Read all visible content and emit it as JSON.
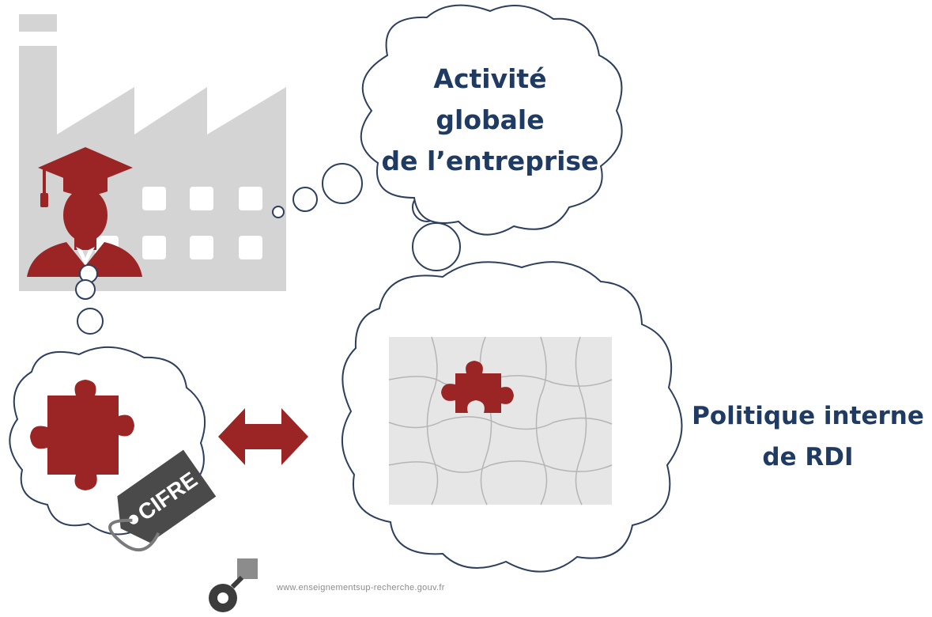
{
  "thought_bubble": {
    "line1": "Activité",
    "line2": "globale",
    "line3": "de l’entreprise"
  },
  "policy_label": {
    "line1": "Politique interne",
    "line2": "de RDI"
  },
  "tag_label": "CIFRE",
  "footer": {
    "url": "www.enseignementsup-recherche.gouv.fr"
  },
  "colors": {
    "puzzle_red": "#9b2525",
    "factory_gray": "#d4d4d4",
    "text_navy": "#1f3b63",
    "tag_dark": "#4a4a4a"
  }
}
